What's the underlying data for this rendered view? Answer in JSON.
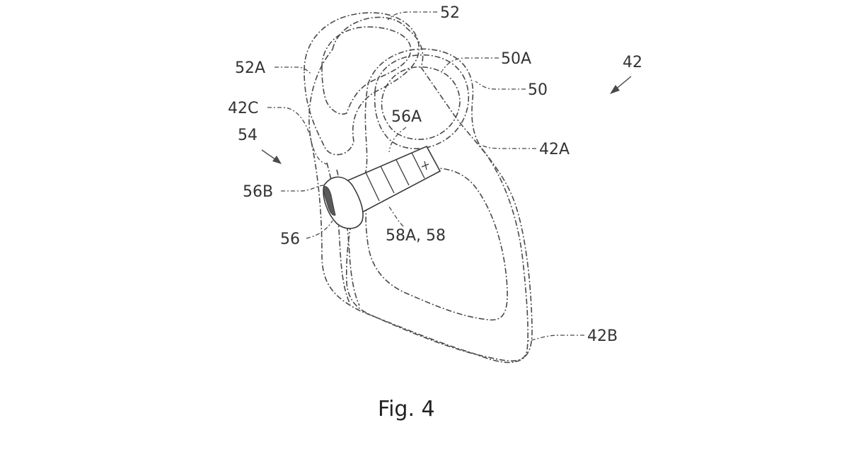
{
  "figure": {
    "caption": "Fig. 4",
    "labels": {
      "r52": "52",
      "r52A": "52A",
      "r50A": "50A",
      "r42": "42",
      "r50": "50",
      "r42C": "42C",
      "r54": "54",
      "r56A": "56A",
      "r42A": "42A",
      "r56B": "56B",
      "r56": "56",
      "r58": "58A, 58",
      "r42B": "42B"
    }
  }
}
